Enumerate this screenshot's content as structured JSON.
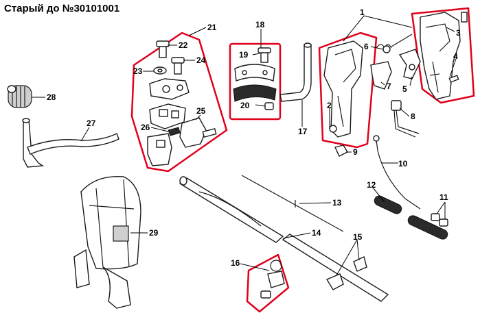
{
  "title": "Старый до №30101001",
  "part_numbers": [
    "1",
    "2",
    "3",
    "4",
    "5",
    "6",
    "7",
    "8",
    "9",
    "10",
    "11",
    "12",
    "13",
    "14",
    "15",
    "16",
    "17",
    "18",
    "19",
    "20",
    "21",
    "22",
    "23",
    "24",
    "25",
    "26",
    "27",
    "28",
    "29"
  ],
  "colors": {
    "highlight": "#e0001b",
    "line": "#1a1a1a"
  }
}
